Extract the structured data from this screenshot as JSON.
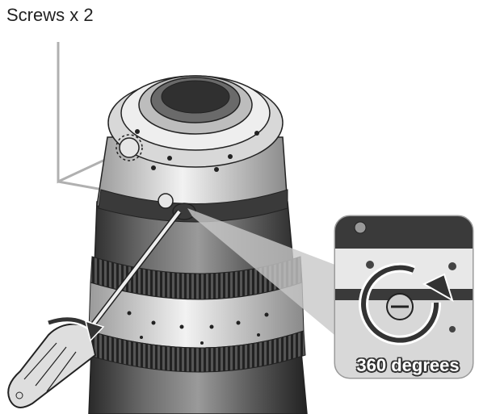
{
  "labels": {
    "screws_callout": "Screws x 2",
    "rotation_callout": "360 degrees"
  },
  "icons": [
    "lens-mount",
    "screwdriver-icon",
    "screw-icon",
    "rotate-arrow-icon",
    "magnified-inset"
  ],
  "colors": {
    "line": "#333333",
    "fill_light": "#e8e8e8",
    "fill_mid": "#b8b8b8",
    "fill_dark": "#3a3a3a",
    "leader": "#b0b0b0"
  }
}
